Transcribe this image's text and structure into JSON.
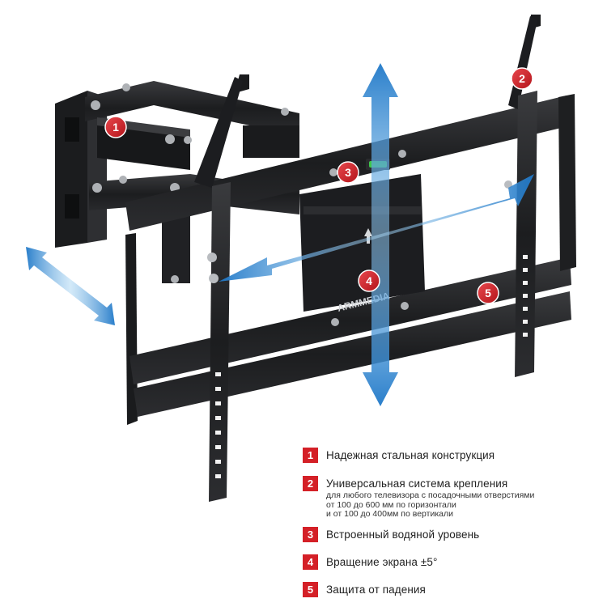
{
  "brand": {
    "logo_text": "ARMMEDIA"
  },
  "callouts": [
    "1",
    "2",
    "3",
    "4",
    "5"
  ],
  "legend": {
    "items": [
      {
        "num": "1",
        "title": "Надежная стальная конструкция",
        "lines": []
      },
      {
        "num": "2",
        "title": "Универсальная система крепления",
        "lines": [
          "для любого телевизора с посадочными отверстиями",
          "от 100 до 600 мм по горизонтали",
          "и от 100 до 400мм по вертикали"
        ]
      },
      {
        "num": "3",
        "title": "Встроенный водяной уровень",
        "lines": []
      },
      {
        "num": "4",
        "title": "Вращение экрана ±5°",
        "lines": []
      },
      {
        "num": "5",
        "title": "Защита от падения",
        "lines": []
      }
    ]
  },
  "colors": {
    "accent": "#d42027",
    "metal": "#1e1f21",
    "arrow": "#3a90d0"
  },
  "icons": [
    "arrow-up-icon"
  ]
}
